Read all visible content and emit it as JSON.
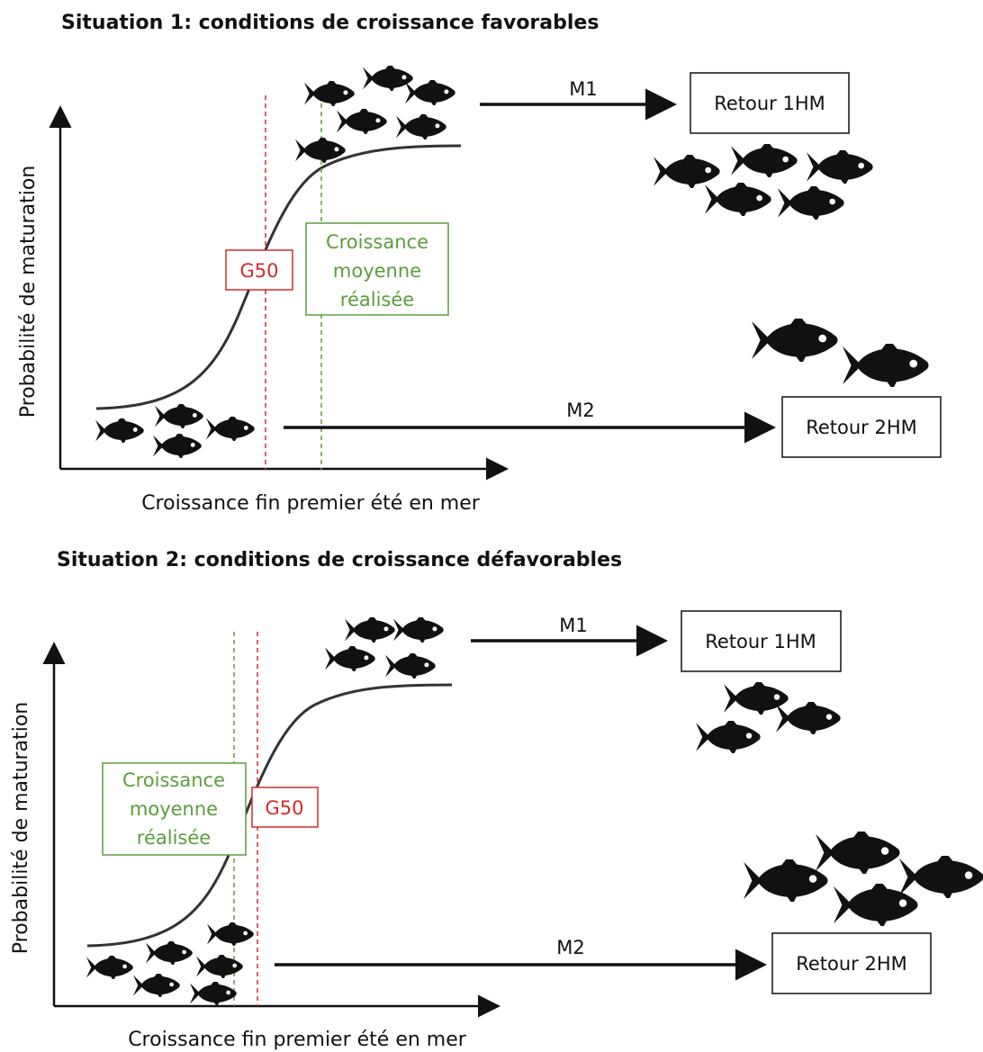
{
  "colors": {
    "g50": "#d42a2a",
    "mean_growth": "#5a9e3a",
    "ink": "#111111"
  },
  "icons": {
    "fish": "fish-icon"
  },
  "situation1": {
    "title": "Situation 1: conditions de croissance favorables",
    "ylabel": "Probabilité de maturation",
    "xlabel": "Croissance fin premier été en mer",
    "g50_label": "G50",
    "mean_label": [
      "Croissance",
      "moyenne",
      "réalisée"
    ],
    "m1_label": "M1",
    "m2_label": "M2",
    "return1_label": "Retour 1HM",
    "return2_label": "Retour 2HM"
  },
  "situation2": {
    "title": "Situation 2: conditions de croissance défavorables",
    "ylabel": "Probabilité de maturation",
    "xlabel": "Croissance fin premier été en mer",
    "g50_label": "G50",
    "mean_label": [
      "Croissance",
      "moyenne",
      "réalisée"
    ],
    "m1_label": "M1",
    "m2_label": "M2",
    "return1_label": "Retour 1HM",
    "return2_label": "Retour 2HM"
  }
}
